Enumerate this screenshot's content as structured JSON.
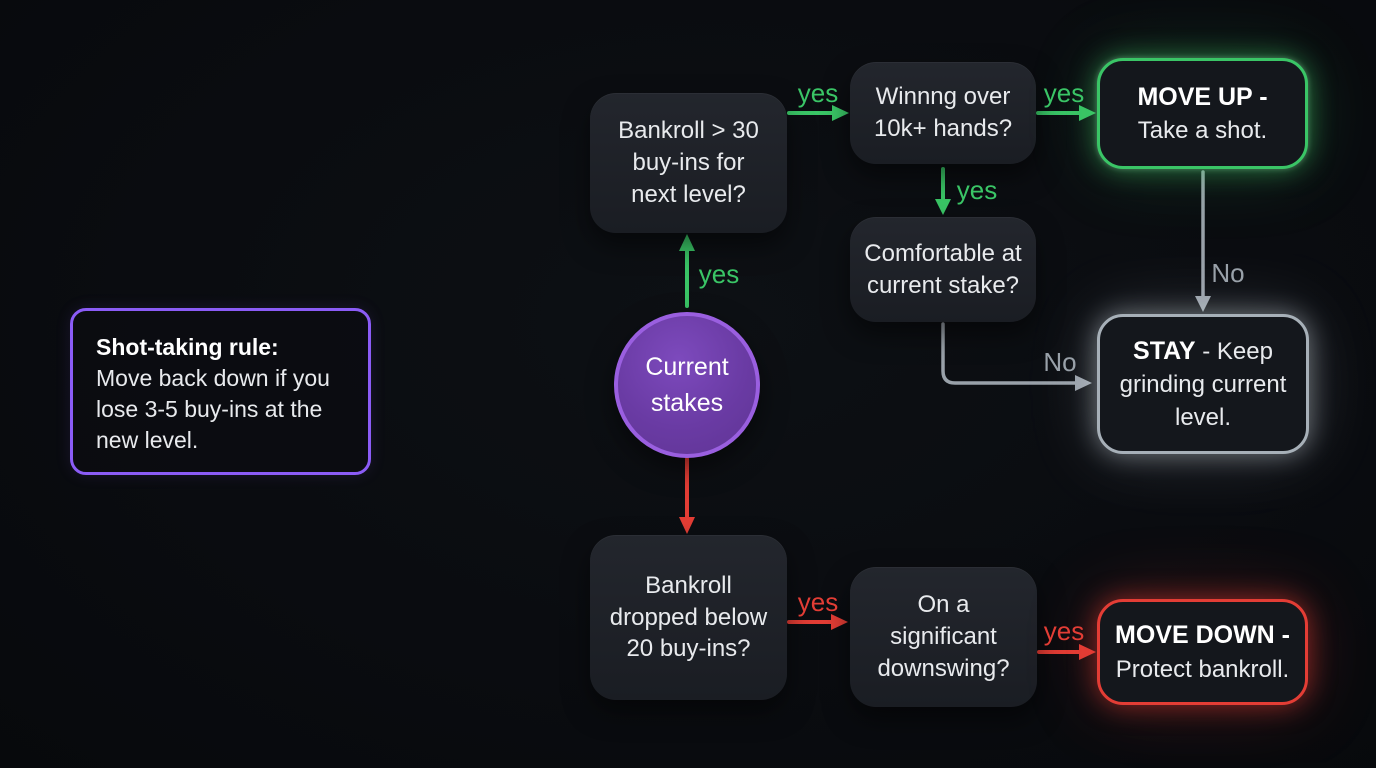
{
  "colors": {
    "green": "#3ac566",
    "red": "#e33d35",
    "gray": "#99a1a9",
    "purple": "#8b5cf6",
    "circle-border": "#9a5fe0",
    "text": "#e8eaed"
  },
  "note": {
    "title": "Shot-taking rule:",
    "body": "Move back down if you\nlose 3-5 buy-ins at the\nnew level."
  },
  "nodes": {
    "start": {
      "text": "Current\nstakes"
    },
    "q_bankroll_up": {
      "text": "Bankroll > 30\nbuy-ins for\nnext level?"
    },
    "q_winning": {
      "text": "Winnng over\n10k+ hands?"
    },
    "q_comfortable": {
      "text": "Comfortable at\ncurrent stake?"
    },
    "q_bankroll_down": {
      "text": "Bankroll\ndropped below\n20 buy-ins?"
    },
    "q_downswing": {
      "text": "On a\nsignificant\ndownswing?"
    },
    "move_up": {
      "title": "MOVE UP -",
      "body": "Take a shot."
    },
    "stay": {
      "title": "STAY",
      "body": " - Keep grinding current level."
    },
    "move_down": {
      "title": "MOVE DOWN -",
      "body": "Protect bankroll."
    }
  },
  "edges": [
    {
      "from": "start",
      "to": "q_bankroll_up",
      "label": "yes",
      "color": "green"
    },
    {
      "from": "q_bankroll_up",
      "to": "q_winning",
      "label": "yes",
      "color": "green"
    },
    {
      "from": "q_winning",
      "to": "move_up",
      "label": "yes",
      "color": "green"
    },
    {
      "from": "q_winning",
      "to": "q_comfortable",
      "label": "yes",
      "color": "green"
    },
    {
      "from": "move_up",
      "to": "stay",
      "label": "No",
      "color": "gray"
    },
    {
      "from": "q_comfortable",
      "to": "stay",
      "label": "No",
      "color": "gray"
    },
    {
      "from": "start",
      "to": "q_bankroll_down",
      "label": "",
      "color": "red"
    },
    {
      "from": "q_bankroll_down",
      "to": "q_downswing",
      "label": "yes",
      "color": "red"
    },
    {
      "from": "q_downswing",
      "to": "move_down",
      "label": "yes",
      "color": "red"
    }
  ]
}
